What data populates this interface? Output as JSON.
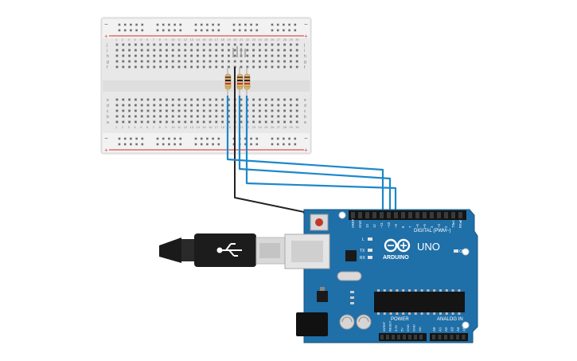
{
  "colors": {
    "canvas_bg": "#ffffff",
    "breadboard": "#e9e9e9",
    "rail_red": "#d9534f",
    "rail_blue": "#3c78c8",
    "wire_blue": "#1e88c8",
    "wire_black": "#222222",
    "arduino_board": "#1f6fa8",
    "arduino_text": "#ffffff"
  },
  "breadboard": {
    "row_labels_top": [
      "j",
      "i",
      "h",
      "g",
      "f"
    ],
    "row_labels_bottom": [
      "e",
      "d",
      "c",
      "b",
      "a"
    ],
    "column_numbers": [
      "1",
      "2",
      "3",
      "4",
      "5",
      "6",
      "7",
      "8",
      "9",
      "10",
      "11",
      "12",
      "13",
      "14",
      "15",
      "16",
      "17",
      "18",
      "19",
      "20",
      "21",
      "22",
      "23",
      "24",
      "25",
      "26",
      "27",
      "28",
      "29",
      "30"
    ],
    "rail_plus": "+",
    "rail_minus": "−"
  },
  "arduino": {
    "logo": "ARDUINO",
    "model": "UNO",
    "digital_label": "DIGITAL (PWM~)",
    "power_label": "POWER",
    "analog_label": "ANALOG IN",
    "on_label": "ON",
    "tx_label": "TX",
    "rx_label": "RX",
    "l_label": "L",
    "top_pins": [
      "AREF",
      "GND",
      "13",
      "12",
      "~11",
      "~10",
      "~9",
      "8",
      "7",
      "~6",
      "~5",
      "4",
      "~3",
      "2",
      "TX▸1",
      "RX◂0"
    ],
    "power_pins": [
      "IOREF",
      "RESET",
      "3.3V",
      "5V",
      "GND",
      "GND",
      "Vin"
    ],
    "analog_pins": [
      "A0",
      "A1",
      "A2",
      "A3",
      "A4",
      "A5"
    ]
  }
}
